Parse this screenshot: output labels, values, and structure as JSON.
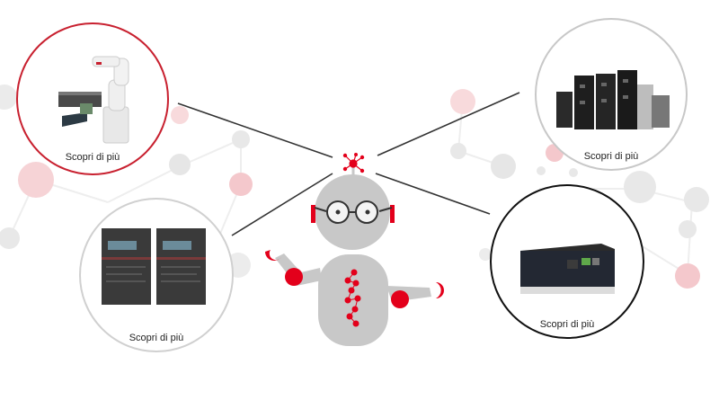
{
  "diagram": {
    "title": "Robot hub with four product categories",
    "hub": {
      "name": "robot-mascot",
      "accent_color": "#e3001b",
      "body_color": "#c8c8c8"
    },
    "nodes": [
      {
        "id": "robotics",
        "label": "Scopri di più",
        "border_color": "#c8202f",
        "product": "industrial-robot-arm"
      },
      {
        "id": "servo",
        "label": "Scopri di più",
        "border_color": "#c8c8c8",
        "product": "servo-drives"
      },
      {
        "id": "inverters",
        "label": "Scopri di più",
        "border_color": "#d0d0d0",
        "product": "frequency-inverters"
      },
      {
        "id": "controller",
        "label": "Scopri di più",
        "border_color": "#111111",
        "product": "machine-controller"
      }
    ],
    "colors": {
      "line": "#333333",
      "dot_grey": "#e6e6e6",
      "dot_pink": "#f6d3d6"
    }
  }
}
